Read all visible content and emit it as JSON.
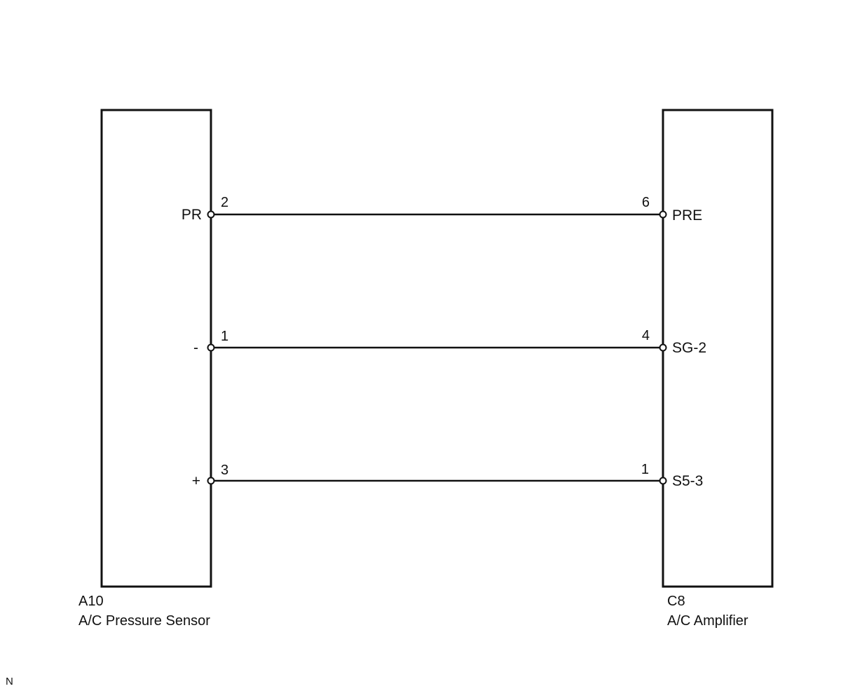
{
  "components": {
    "left": {
      "code": "A10",
      "name": "A/C Pressure Sensor"
    },
    "right": {
      "code": "C8",
      "name": "A/C Amplifier"
    }
  },
  "wires": [
    {
      "left_label": "PR",
      "left_pin": "2",
      "right_pin": "6",
      "right_label": "PRE"
    },
    {
      "left_label": "-",
      "left_pin": "1",
      "right_pin": "4",
      "right_label": "SG-2"
    },
    {
      "left_label": "+",
      "left_pin": "3",
      "right_pin": "1",
      "right_label": "S5-3"
    }
  ],
  "corner_mark": "N",
  "colors": {
    "line": "#111111",
    "background": "#ffffff"
  }
}
